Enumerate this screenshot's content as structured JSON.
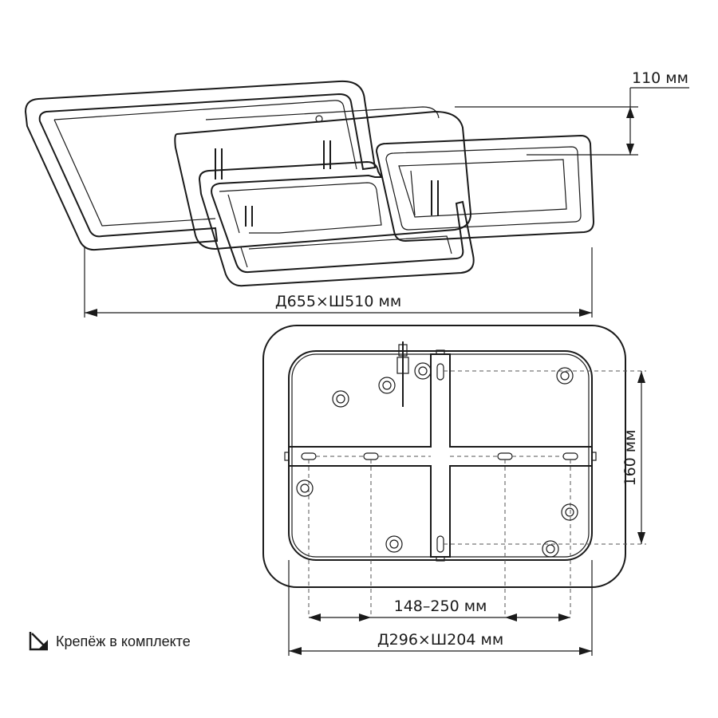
{
  "dimensions": {
    "height": "110 мм",
    "overall_size": "Д655×Ш510 мм",
    "mount_height": "160 мм",
    "mount_range": "148–250 мм",
    "base_size": "Д296×Ш204 мм"
  },
  "note": {
    "icon": "mounting-arrow-icon",
    "text": "Крепёж в комплекте"
  }
}
